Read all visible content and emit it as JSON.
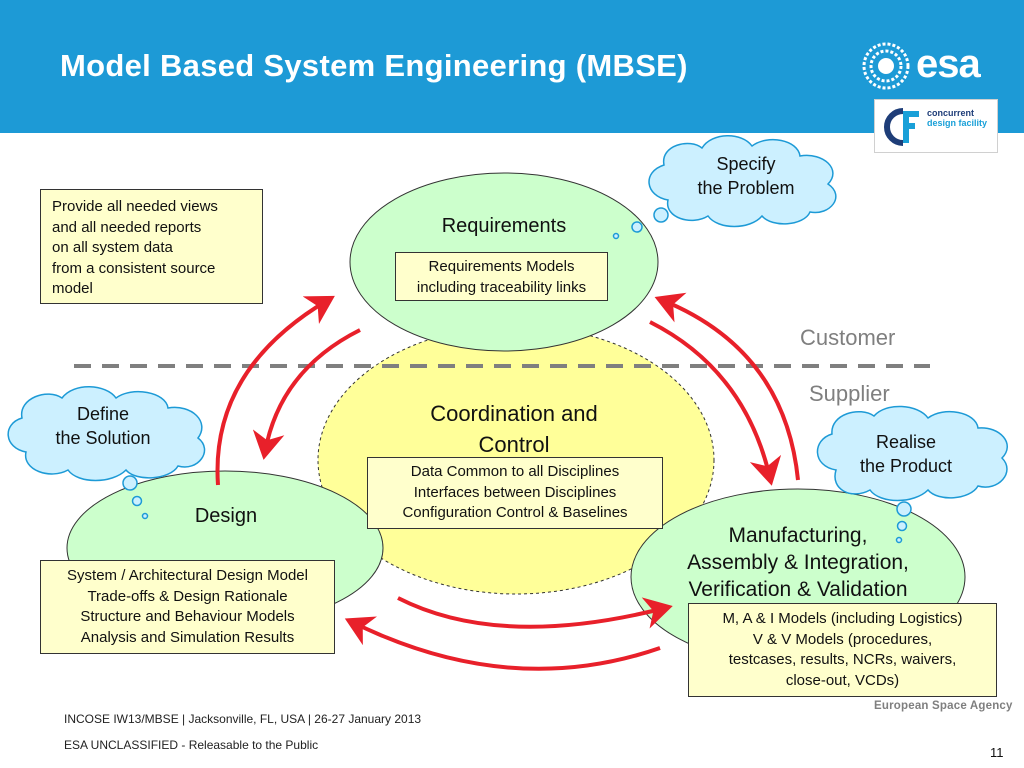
{
  "header": {
    "title": "Model Based System Engineering (MBSE)",
    "esa_logo_text": "esa",
    "cdf_logo_text": [
      "concurrent",
      "design facility"
    ]
  },
  "nodes": {
    "requirements": {
      "label": "Requirements",
      "box": [
        "Requirements Models",
        "including traceability links"
      ]
    },
    "coordination": {
      "label": [
        "Coordination and",
        "Control"
      ],
      "box": [
        "Data Common to all Disciplines",
        "Interfaces between Disciplines",
        "Configuration Control & Baselines"
      ]
    },
    "design": {
      "label": "Design",
      "box": [
        "System / Architectural Design Model",
        "Trade-offs & Design Rationale",
        "Structure and Behaviour Models",
        "Analysis and Simulation Results"
      ]
    },
    "manufacturing": {
      "label": [
        "Manufacturing,",
        "Assembly & Integration,",
        "Verification & Validation"
      ],
      "box": [
        "M, A & I Models (including Logistics)",
        "V & V Models (procedures,",
        "testcases, results, NCRs, waivers,",
        "close-out, VCDs)"
      ]
    }
  },
  "views_box": [
    "Provide all needed views",
    "and all needed reports",
    "on all system data",
    "from a consistent source",
    "model"
  ],
  "clouds": {
    "specify": [
      "Specify",
      "the Problem"
    ],
    "define": [
      "Define",
      "the Solution"
    ],
    "realise": [
      "Realise",
      "the Product"
    ]
  },
  "separator": {
    "customer": "Customer",
    "supplier": "Supplier"
  },
  "footer": {
    "event": "INCOSE IW13/MBSE  | Jacksonville, FL, USA | 26-27 January 2013",
    "classification": "ESA UNCLASSIFIED - Releasable to the Public",
    "agency": "European Space Agency",
    "page": "11"
  },
  "colors": {
    "header_bg": "#1d9ad6",
    "ellipse_green": "#ccffcc",
    "ellipse_yellow": "#ffff99",
    "box_fill": "#ffffcc",
    "cloud_fill": "#ccf0ff",
    "arrow_red": "#e8202a"
  }
}
